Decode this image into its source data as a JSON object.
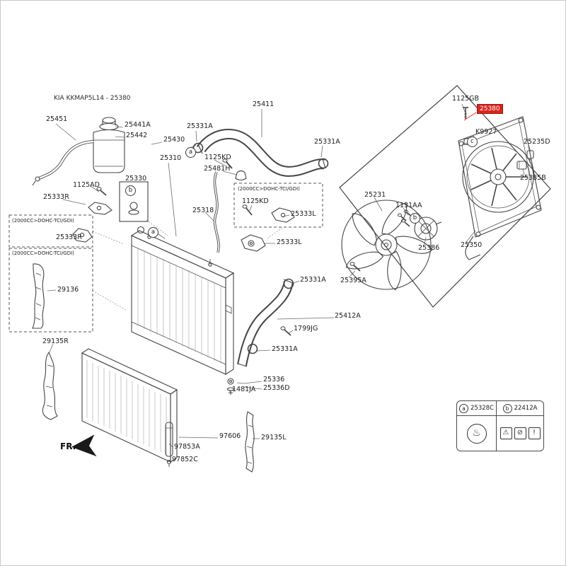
{
  "diagram": {
    "title": "KIA KKMAP5L14 - 25380",
    "fr_label": "FR.",
    "variant_note": "(2000CC>DOHC-TCI/GDI)",
    "highlight_color": "#da251d"
  },
  "parts": {
    "reservoir_hose": "25451",
    "reservoir_cap": "25441A",
    "reservoir_filler": "25442",
    "reservoir_tank": "25430",
    "hose_clamp": "25331A",
    "bolt_washer": "1125KD",
    "hose_bracket": "25481H",
    "hose_upper": "25411",
    "washer_bolt_ad": "1125AD",
    "bracket_radiator_right": "25333R",
    "insulator_radiator": "25330",
    "radiator": "25310",
    "bracket_radiator_left": "25333L",
    "hose_reservoir": "25318",
    "air_guard_upper": "29136",
    "air_guard_right": "29135R",
    "air_guard_left": "29135L",
    "hose_lower": "25412A",
    "screw_tapping": "1799JG",
    "drain_plug": "25336",
    "drain_gasket": "25336D",
    "drain_cock": "1481JA",
    "condenser": "97606",
    "receiver_drier": "97853A",
    "drier_bolt": "97852C",
    "bolt_flange": "1125GB",
    "shroud_selected": "25380",
    "clip_wiring": "K9927",
    "sensor_thermo": "25235D",
    "connector_fan": "25385B",
    "fan_blade": "25231",
    "bolt_motor": "1131AA",
    "fan_motor": "25386",
    "shroud_assembly": "25350",
    "screw_shroud": "25395A"
  },
  "markers": {
    "a": "a",
    "b": "b",
    "c": "c"
  },
  "legend": {
    "a_part": "25328C",
    "b_part": "22412A"
  }
}
